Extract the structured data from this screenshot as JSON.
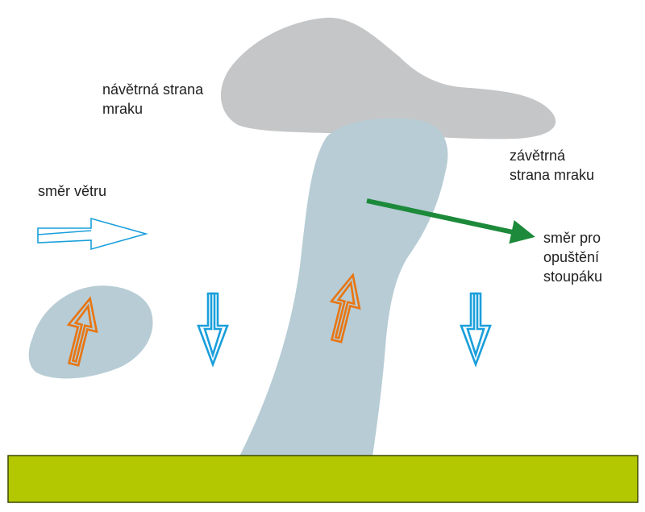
{
  "labels": {
    "windward": [
      "návětrná strana",
      "mraku"
    ],
    "leeward": [
      "závětrná",
      "strana mraku"
    ],
    "wind_direction": [
      "směr větru"
    ],
    "exit_direction": [
      "směr pro",
      "opuštění",
      "stoupáku"
    ]
  },
  "colors": {
    "cloud_cap": "#c5c6c8",
    "updraft_column": "#b7ccd5",
    "thermal_bubble": "#b7ccd5",
    "ground": "#b3c800",
    "ground_border": "#3b4a00",
    "updraft_arrow": "#e87511",
    "downdraft_arrow": "#1a9fdb",
    "wind_arrow": "#1a9fdb",
    "exit_arrow": "#1c8a3a",
    "text": "#1f1f1f"
  },
  "icons": {
    "wind_arrow": "hollow-right-arrow-icon",
    "updraft_arrow": "hollow-up-arrow-icon",
    "downdraft_arrow": "hollow-down-arrow-icon",
    "exit_arrow": "solid-right-arrow-icon"
  }
}
